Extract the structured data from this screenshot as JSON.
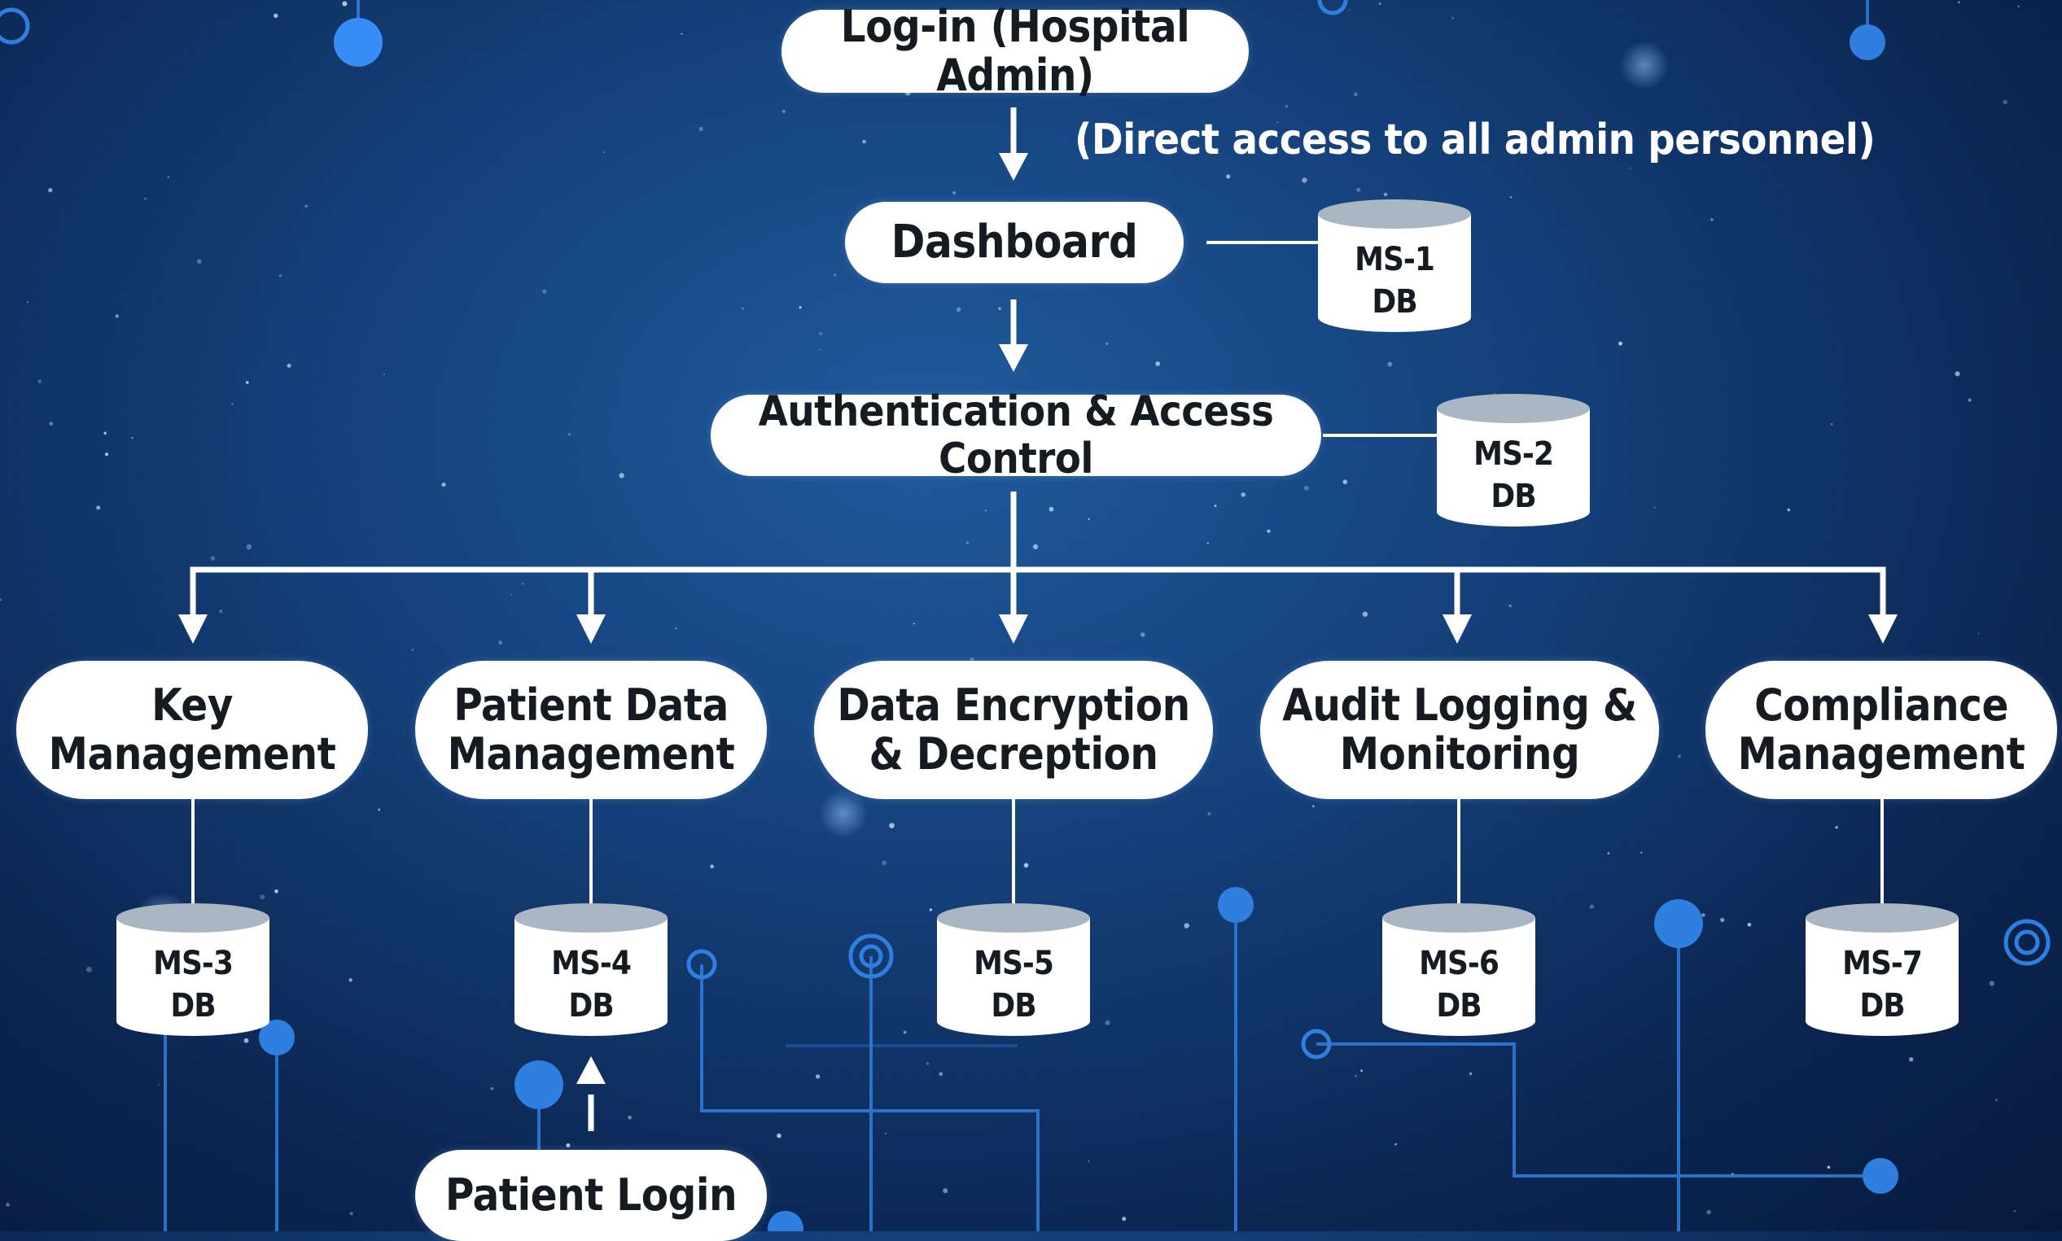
{
  "diagram": {
    "nodes": {
      "login": "Log-in (Hospital Admin)",
      "dashboard": "Dashboard",
      "auth": "Authentication & Access Control",
      "key_mgmt": "Key\nManagement",
      "patient_data": "Patient Data\nManagement",
      "encryption": "Data Encryption\n& Decreption",
      "audit": "Audit Logging &\nMonitoring",
      "compliance": "Compliance\nManagement",
      "patient_login": "Patient Login"
    },
    "note": "(Direct access to all admin personnel)",
    "databases": {
      "ms1": "MS-1\nDB",
      "ms2": "MS-2\nDB",
      "ms3": "MS-3\nDB",
      "ms4": "MS-4\nDB",
      "ms5": "MS-5\nDB",
      "ms6": "MS-6\nDB",
      "ms7": "MS-7\nDB"
    },
    "edges": [
      [
        "login",
        "dashboard"
      ],
      [
        "dashboard",
        "auth"
      ],
      [
        "auth",
        "key_mgmt"
      ],
      [
        "auth",
        "patient_data"
      ],
      [
        "auth",
        "encryption"
      ],
      [
        "auth",
        "audit"
      ],
      [
        "auth",
        "compliance"
      ],
      [
        "patient_login",
        "ms4"
      ]
    ],
    "db_links": [
      [
        "dashboard",
        "ms1"
      ],
      [
        "auth",
        "ms2"
      ],
      [
        "key_mgmt",
        "ms3"
      ],
      [
        "patient_data",
        "ms4"
      ],
      [
        "encryption",
        "ms5"
      ],
      [
        "audit",
        "ms6"
      ],
      [
        "compliance",
        "ms7"
      ]
    ]
  },
  "colors": {
    "background_center": "#1f5a9c",
    "background_edge": "#071a3c",
    "circuit": "#2f7fe0",
    "node_fill": "#ffffff",
    "node_text": "#161b22",
    "db_top": "#aab6c2"
  }
}
